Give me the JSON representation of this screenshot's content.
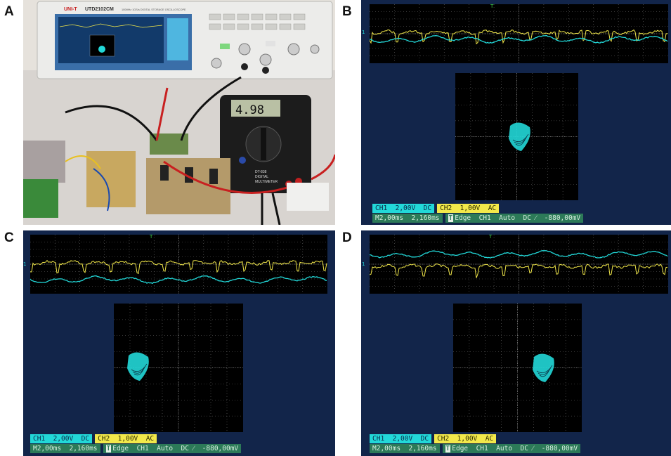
{
  "panels": {
    "a": {
      "letter": "A"
    },
    "b": {
      "letter": "B"
    },
    "c": {
      "letter": "C"
    },
    "d": {
      "letter": "D"
    }
  },
  "photo": {
    "scope_brand": "UNI-T",
    "scope_model": "UTD2102CM",
    "scope_specs": "100MHz   1GS/s   DIGITAL STORAGE OSCILLOSCOPE",
    "meter_reading": "4.98",
    "meter_model": "DT-838",
    "meter_label_1": "DIGITAL",
    "meter_label_2": "MULTIMETER"
  },
  "scope_status": {
    "ch1": "CH1  2,00V  DC",
    "ch2": "CH2  1,00V  AC",
    "timebase": "M2,00ms  2,160ms",
    "trigger_icon": "T",
    "trigger": "Edge  CH1  Auto  DC ⁄  -880,00mV"
  },
  "colors": {
    "screen_bg": "#12254a",
    "grid_bg": "#000000",
    "ch1": "#22d8d8",
    "ch2": "#f2e84a",
    "status_bar": "#2c7a58"
  },
  "markers": {
    "trigger_marker": "T",
    "ch1_marker": "1"
  }
}
